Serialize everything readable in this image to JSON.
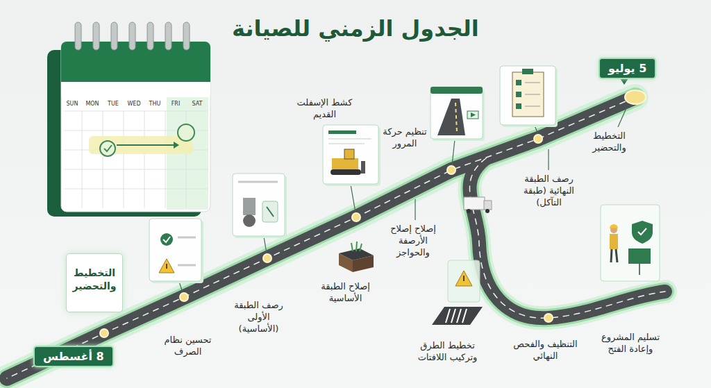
{
  "diagram": {
    "title": "الجدول الزمني للصيانة",
    "nodes": [
      {
        "text": [
          "5 يوليو"
        ]
      },
      {
        "text": [
          "التخطيط والتحضير"
        ]
      },
      {
        "text": [
          "رصف الطبقة النهائية (طبقة التآكل)"
        ]
      },
      {
        "text": [
          "تنظيم حركة المرور"
        ]
      },
      {
        "text": [
          "كشط الإسفلت القديم"
        ]
      },
      {
        "text": [
          "رصف الطبقة الأولى (الأساسية)"
        ]
      },
      {
        "text": [
          "تحسين نظام الصرف"
        ]
      },
      {
        "text": [
          "التخطيط والتحضير"
        ]
      },
      {
        "text": [
          "8 أغسطس"
        ]
      },
      {
        "text": [
          "إصلاح إصلاح الأرصفة والحواجز"
        ]
      },
      {
        "text": [
          "إصلاح الطبقة الأساسية"
        ]
      },
      {
        "text": [
          "تخطيط الطرق وتركيب اللافتات"
        ]
      },
      {
        "text": [
          "التنظيف والفحص النهائي"
        ]
      },
      {
        "text": [
          "تسليم المشروع وإعادة الفتح"
        ]
      }
    ],
    "labels": [
      "SUN",
      "MON",
      "TUE",
      "WED",
      "THU",
      "FRI",
      "SAT"
    ]
  }
}
